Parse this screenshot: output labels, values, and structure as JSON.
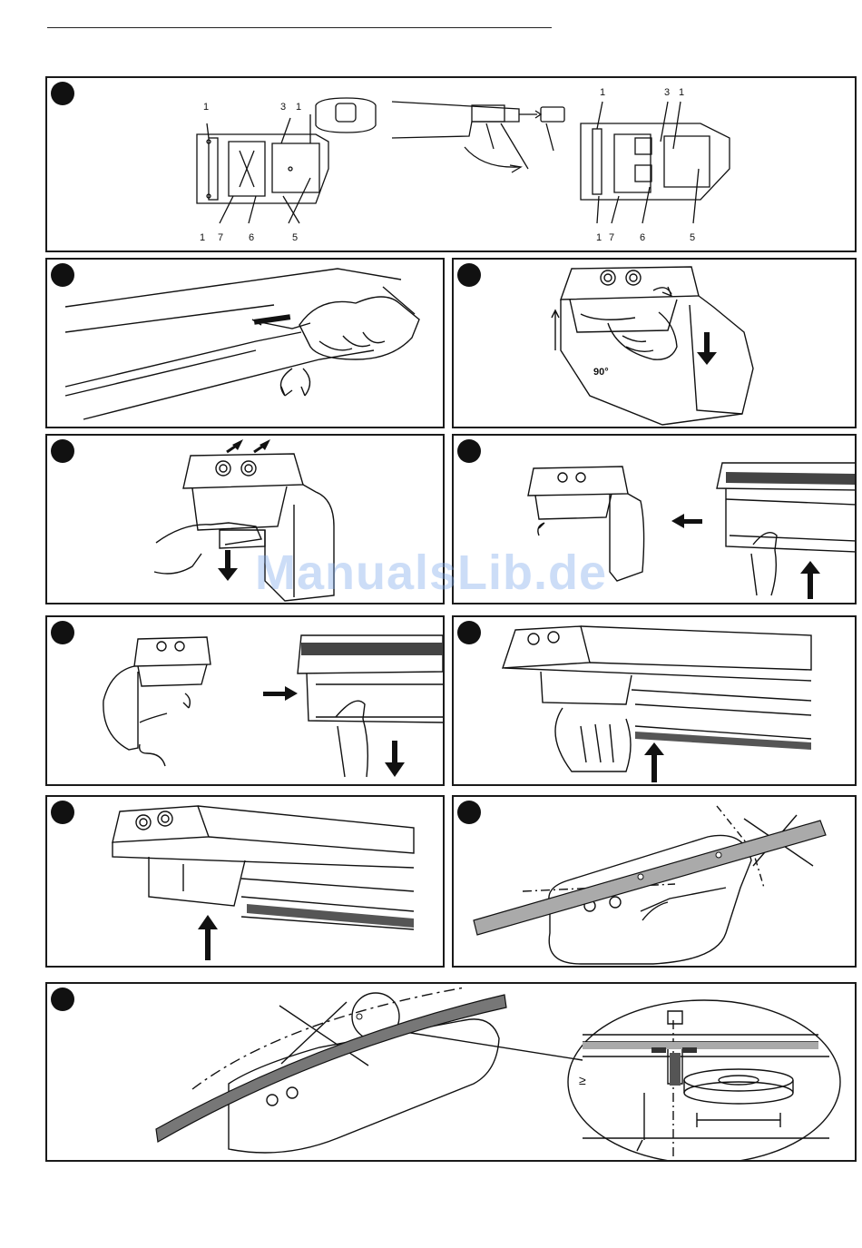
{
  "watermark": "ManualsLib.de",
  "step1": {
    "labels_left_top": [
      "1",
      "3",
      "1"
    ],
    "labels_left_bottom": [
      "1",
      "7",
      "6",
      "5"
    ],
    "labels_right_top": [
      "1",
      "3",
      "1"
    ],
    "labels_right_bottom": [
      "1",
      "7",
      "6",
      "5"
    ]
  },
  "step3": {
    "angle": "90°"
  },
  "step10": {
    "ge_symbol": "≥"
  },
  "colors": {
    "ink": "#111111",
    "board": "#aaaaaa",
    "board_dark": "#555555",
    "watermark": "#78a5eb"
  }
}
